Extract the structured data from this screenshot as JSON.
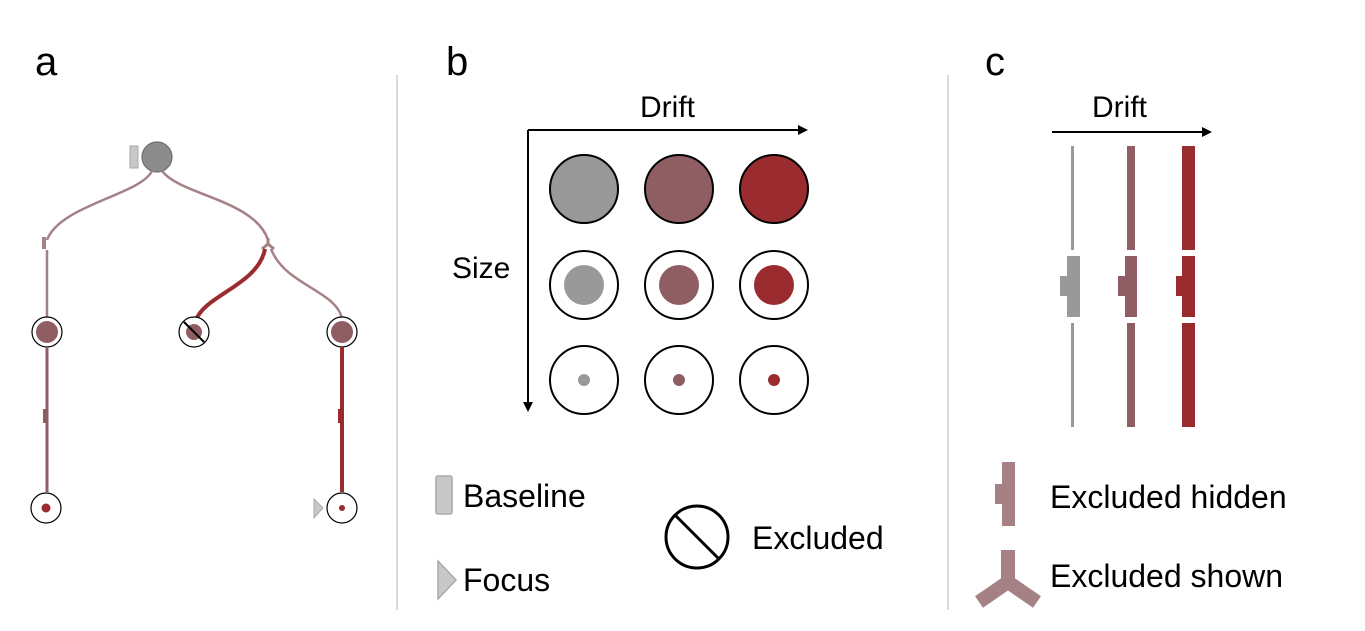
{
  "panels": {
    "a": {
      "letter": "a"
    },
    "b": {
      "letter": "b",
      "axis_x": "Drift",
      "axis_y": "Size",
      "legend": {
        "baseline": "Baseline",
        "focus": "Focus",
        "excluded": "Excluded"
      }
    },
    "c": {
      "letter": "c",
      "axis_x": "Drift",
      "legend": {
        "excluded_hidden": "Excluded hidden",
        "excluded_shown": "Excluded shown"
      }
    }
  },
  "colors": {
    "baseline_gray": "#999999",
    "mid_drift": "#8f5e63",
    "high_drift": "#9a2b2f",
    "link_light": "#a58185",
    "legend_gray": "#c8c8c8",
    "divider": "#d9d9d9",
    "ink": "#000000"
  },
  "drift_levels": [
    "low",
    "medium",
    "high"
  ],
  "size_levels": [
    "large",
    "medium",
    "small"
  ]
}
